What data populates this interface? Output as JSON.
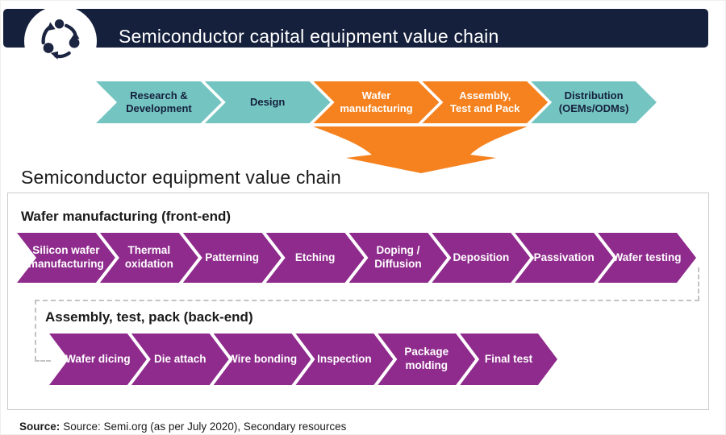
{
  "header": {
    "title": "Semiconductor capital equipment value chain",
    "logo_icon": "cycle-arrows-icon"
  },
  "top_chain": {
    "stages": [
      {
        "label": "Research &\nDevelopment",
        "color": "teal"
      },
      {
        "label": "Design",
        "color": "teal"
      },
      {
        "label": "Wafer\nmanufacturing",
        "color": "orange"
      },
      {
        "label": "Assembly,\nTest and Pack",
        "color": "orange"
      },
      {
        "label": "Distribution\n(OEMs/ODMs)",
        "color": "teal"
      }
    ]
  },
  "section": {
    "heading": "Semiconductor equipment value chain",
    "front_end": {
      "label": "Wafer manufacturing (front-end)",
      "stages": [
        {
          "label": "Silicon wafer\nmanufacturing",
          "color": "purple"
        },
        {
          "label": "Thermal\noxidation",
          "color": "purple"
        },
        {
          "label": "Patterning",
          "color": "purple"
        },
        {
          "label": "Etching",
          "color": "purple"
        },
        {
          "label": "Doping /\nDiffusion",
          "color": "purple"
        },
        {
          "label": "Deposition",
          "color": "purple"
        },
        {
          "label": "Passivation",
          "color": "purple"
        },
        {
          "label": "Wafer testing",
          "color": "purple"
        }
      ]
    },
    "back_end": {
      "label": "Assembly, test, pack (back-end)",
      "stages": [
        {
          "label": "Wafer dicing",
          "color": "purple"
        },
        {
          "label": "Die attach",
          "color": "purple"
        },
        {
          "label": "Wire bonding",
          "color": "purple"
        },
        {
          "label": "Inspection",
          "color": "purple"
        },
        {
          "label": "Package\nmolding",
          "color": "purple"
        },
        {
          "label": "Final test",
          "color": "purple"
        }
      ]
    }
  },
  "source": {
    "prefix": "Source:",
    "text": "Source: Semi.org (as per July 2020), Secondary resources"
  },
  "colors": {
    "navy": "#15203c",
    "teal": "#74c5c1",
    "orange": "#f5821f",
    "purple": "#8e2b8c",
    "box_border": "#c9cdcc"
  }
}
